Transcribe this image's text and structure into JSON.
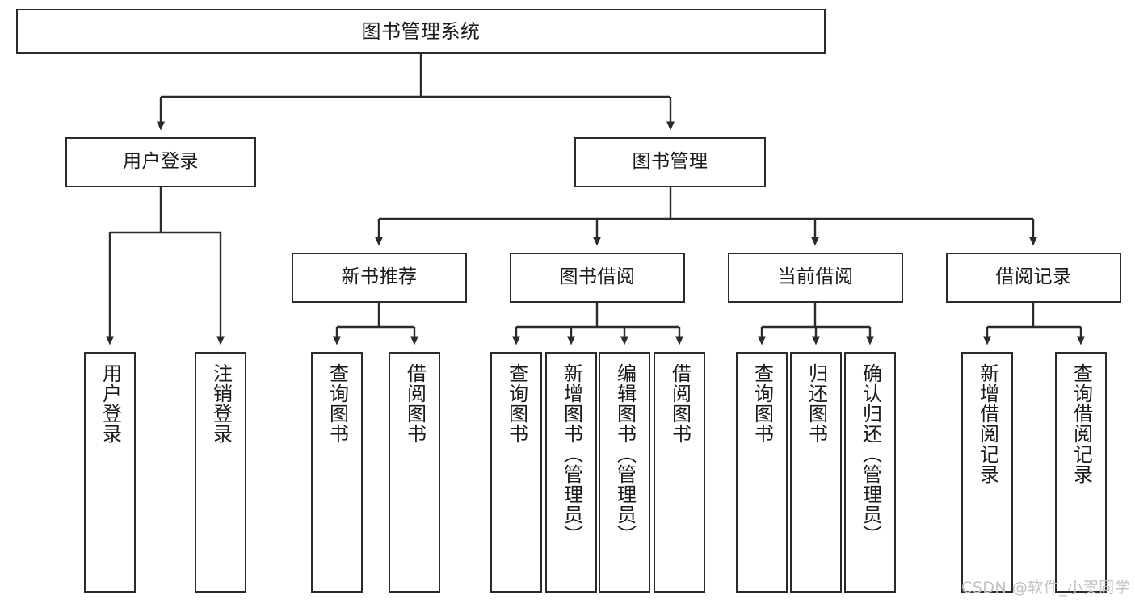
{
  "diagram": {
    "title": "图书管理系统",
    "type": "tree-hierarchy-chart",
    "nodes": {
      "root": {
        "label": "图书管理系统"
      },
      "level2": [
        {
          "id": "user-login",
          "label": "用户登录"
        },
        {
          "id": "book-management",
          "label": "图书管理"
        }
      ],
      "level3": [
        {
          "id": "new-book-recommend",
          "label": "新书推荐"
        },
        {
          "id": "book-borrow",
          "label": "图书借阅"
        },
        {
          "id": "current-borrow",
          "label": "当前借阅"
        },
        {
          "id": "borrow-record",
          "label": "借阅记录"
        }
      ],
      "leaves": {
        "user_login": [
          {
            "id": "leaf-user-login",
            "label": "用户登录"
          },
          {
            "id": "leaf-logout-login",
            "label": "注销登录"
          }
        ],
        "new_book_recommend": [
          {
            "id": "leaf-query-book-1",
            "label": "查询图书"
          },
          {
            "id": "leaf-borrow-book-1",
            "label": "借阅图书"
          }
        ],
        "book_borrow": [
          {
            "id": "leaf-query-book-2",
            "label": "查询图书"
          },
          {
            "id": "leaf-add-book",
            "label": "新增图书（管理员）"
          },
          {
            "id": "leaf-edit-book",
            "label": "编辑图书（管理员）"
          },
          {
            "id": "leaf-borrow-book-2",
            "label": "借阅图书"
          }
        ],
        "current_borrow": [
          {
            "id": "leaf-query-book-3",
            "label": "查询图书"
          },
          {
            "id": "leaf-return-book",
            "label": "归还图书"
          },
          {
            "id": "leaf-confirm-return",
            "label": "确认归还（管理员）"
          }
        ],
        "borrow_record": [
          {
            "id": "leaf-add-record",
            "label": "新增借阅记录"
          },
          {
            "id": "leaf-query-record",
            "label": "查询借阅记录"
          }
        ]
      }
    },
    "colors": {
      "background": "#ffffff",
      "node_border": "#2b2b2b",
      "node_fill": "#ffffff",
      "edge": "#2b2b2b",
      "text": "#1a1a1a",
      "watermark": "#c2c2c2"
    }
  },
  "watermark": {
    "text": "CSDN @软件_小贺同学"
  }
}
